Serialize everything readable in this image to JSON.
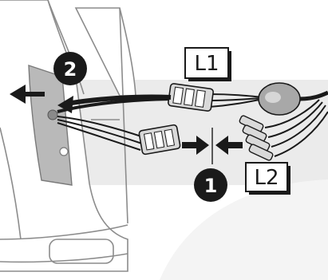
{
  "labels": {
    "connector_L1": "L1",
    "connector_L2": "L2"
  },
  "steps": {
    "step_1": "1",
    "step_2": "2"
  },
  "colors": {
    "band": "#ebebeb",
    "swirl": "#f4f4f4",
    "car_line": "#8c8c8c",
    "car_fill": "#ffffff",
    "tail_light": "#b9b9b9",
    "arrow": "#1a1a1a",
    "cable": "#1a1a1a",
    "badge": "#1a1a1a"
  }
}
